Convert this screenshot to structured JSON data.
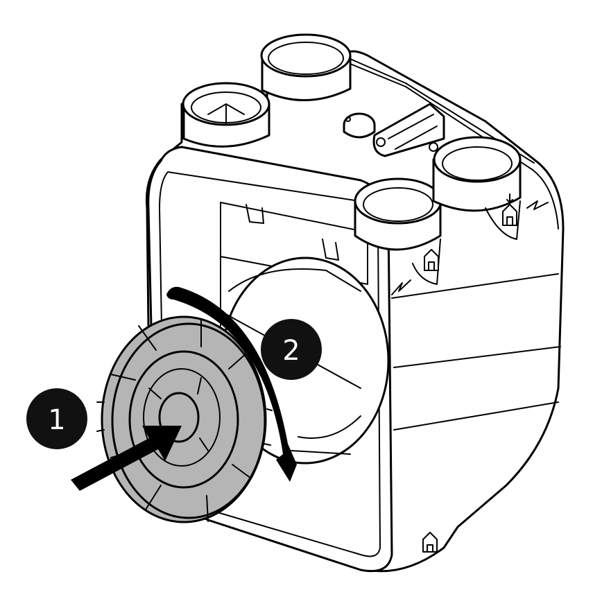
{
  "figure": {
    "subject": "ventilation-unit-filter-cap-removal",
    "steps": [
      {
        "number": "1",
        "action": "push-cap-inward",
        "icon": "push-arrow-icon"
      },
      {
        "number": "2",
        "action": "rotate-cap-clockwise",
        "icon": "rotate-arrow-icon"
      }
    ],
    "colors": {
      "badge": "#111111",
      "badge_text": "#ffffff",
      "cap_fill": "#b5b5b5",
      "outline": "#000000",
      "body": "#ffffff"
    }
  }
}
